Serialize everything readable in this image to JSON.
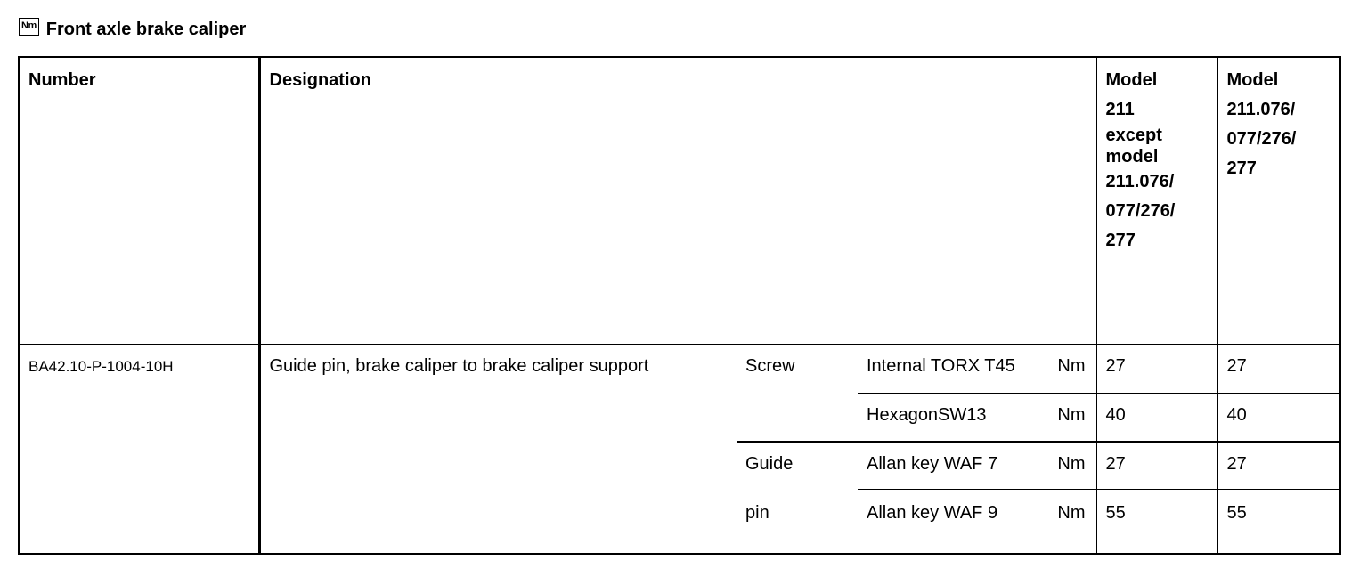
{
  "title": "Front axle brake caliper",
  "icon_label": "Nm",
  "headers": {
    "number": "Number",
    "designation": "Designation",
    "model_a": [
      "Model",
      "211",
      "except",
      "model",
      "211.076/",
      "077/276/",
      "277"
    ],
    "model_b": [
      "Model",
      "211.076/",
      "077/276/",
      "277"
    ]
  },
  "row": {
    "number": "BA42.10-P-1004-10H",
    "designation": "Guide pin, brake caliper to brake caliper support",
    "groups": [
      {
        "label_lines": [
          "Screw"
        ],
        "items": [
          {
            "tool": "Internal TORX T45",
            "unit": "Nm",
            "a": "27",
            "b": "27"
          },
          {
            "tool": "HexagonSW13",
            "unit": "Nm",
            "a": "40",
            "b": "40"
          }
        ]
      },
      {
        "label_lines": [
          "Guide",
          "pin"
        ],
        "items": [
          {
            "tool": "Allan key WAF 7",
            "unit": "Nm",
            "a": "27",
            "b": "27"
          },
          {
            "tool": "Allan key WAF 9",
            "unit": "Nm",
            "a": "55",
            "b": "55"
          }
        ]
      }
    ]
  }
}
